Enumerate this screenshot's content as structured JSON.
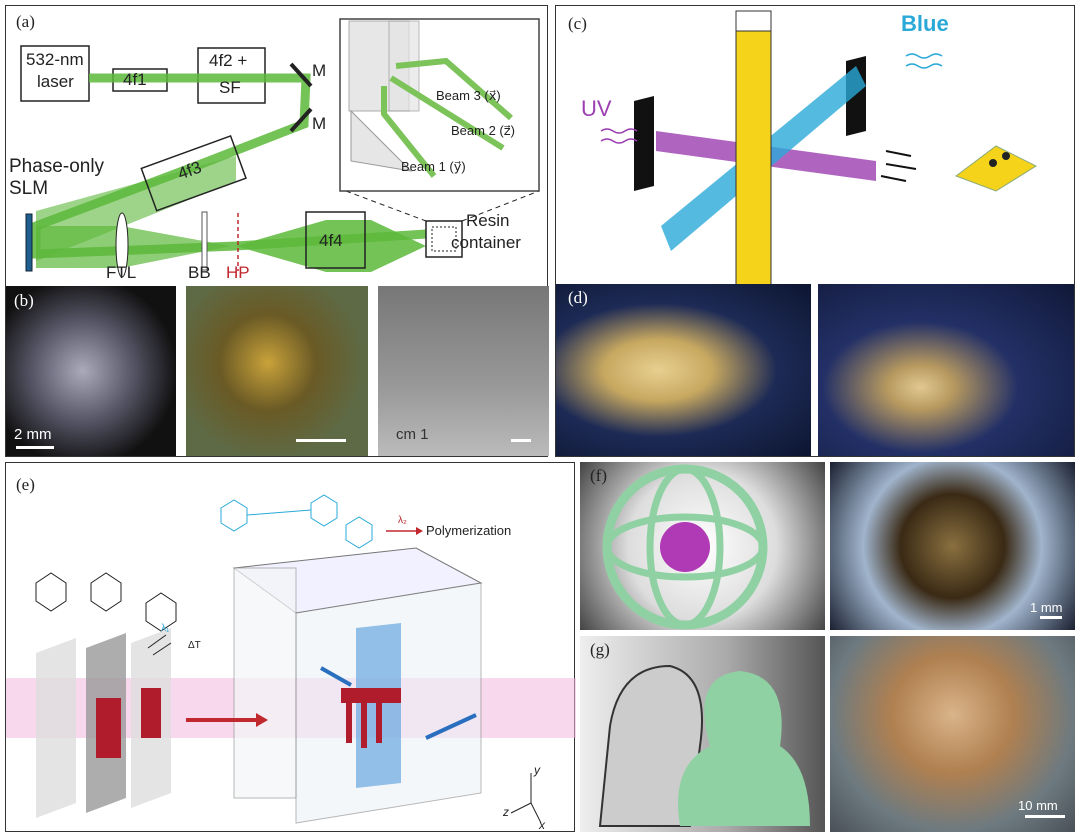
{
  "panels": {
    "a": {
      "label": "(a)",
      "laser": [
        "532-nm",
        "laser"
      ],
      "lens1": "4f1",
      "lens2": [
        "4f2 +",
        "SF"
      ],
      "mirror": "M",
      "lens3": "4f3",
      "slm": [
        "Phase-only",
        "SLM"
      ],
      "ftl": "FTL",
      "bb": "BB",
      "hp": "HP",
      "lens4": "4f4",
      "resin": [
        "Resin",
        "container"
      ],
      "inset": {
        "beam3": "Beam 3 (x⃗)",
        "beam2": "Beam 2 (z⃗)",
        "beam1": "Beam 1 (y⃗)"
      }
    },
    "b": {
      "label": "(b)",
      "scale1": "2 mm",
      "ruler": "cm 1"
    },
    "c": {
      "label": "(c)",
      "uv": "UV",
      "blue": "Blue"
    },
    "d": {
      "label": "(d)"
    },
    "e": {
      "label": "(e)",
      "lambda1": "λ₁",
      "deltaT": "ΔT",
      "lambda2": "λ₂",
      "polymerization": "Polymerization",
      "axes": {
        "y": "y",
        "z": "z",
        "x": "x"
      }
    },
    "f": {
      "label": "(f)",
      "scale": "1 mm"
    },
    "g": {
      "label": "(g)",
      "scale": "10 mm"
    }
  },
  "colors": {
    "beam_green": "#5cb83a",
    "hp_red": "#c0282e",
    "uv_purple": "#9b3fb0",
    "blue_beam": "#2aa9d8",
    "cuvette_yellow": "#f5d31a",
    "sphere_green": "#8fd1a3"
  }
}
